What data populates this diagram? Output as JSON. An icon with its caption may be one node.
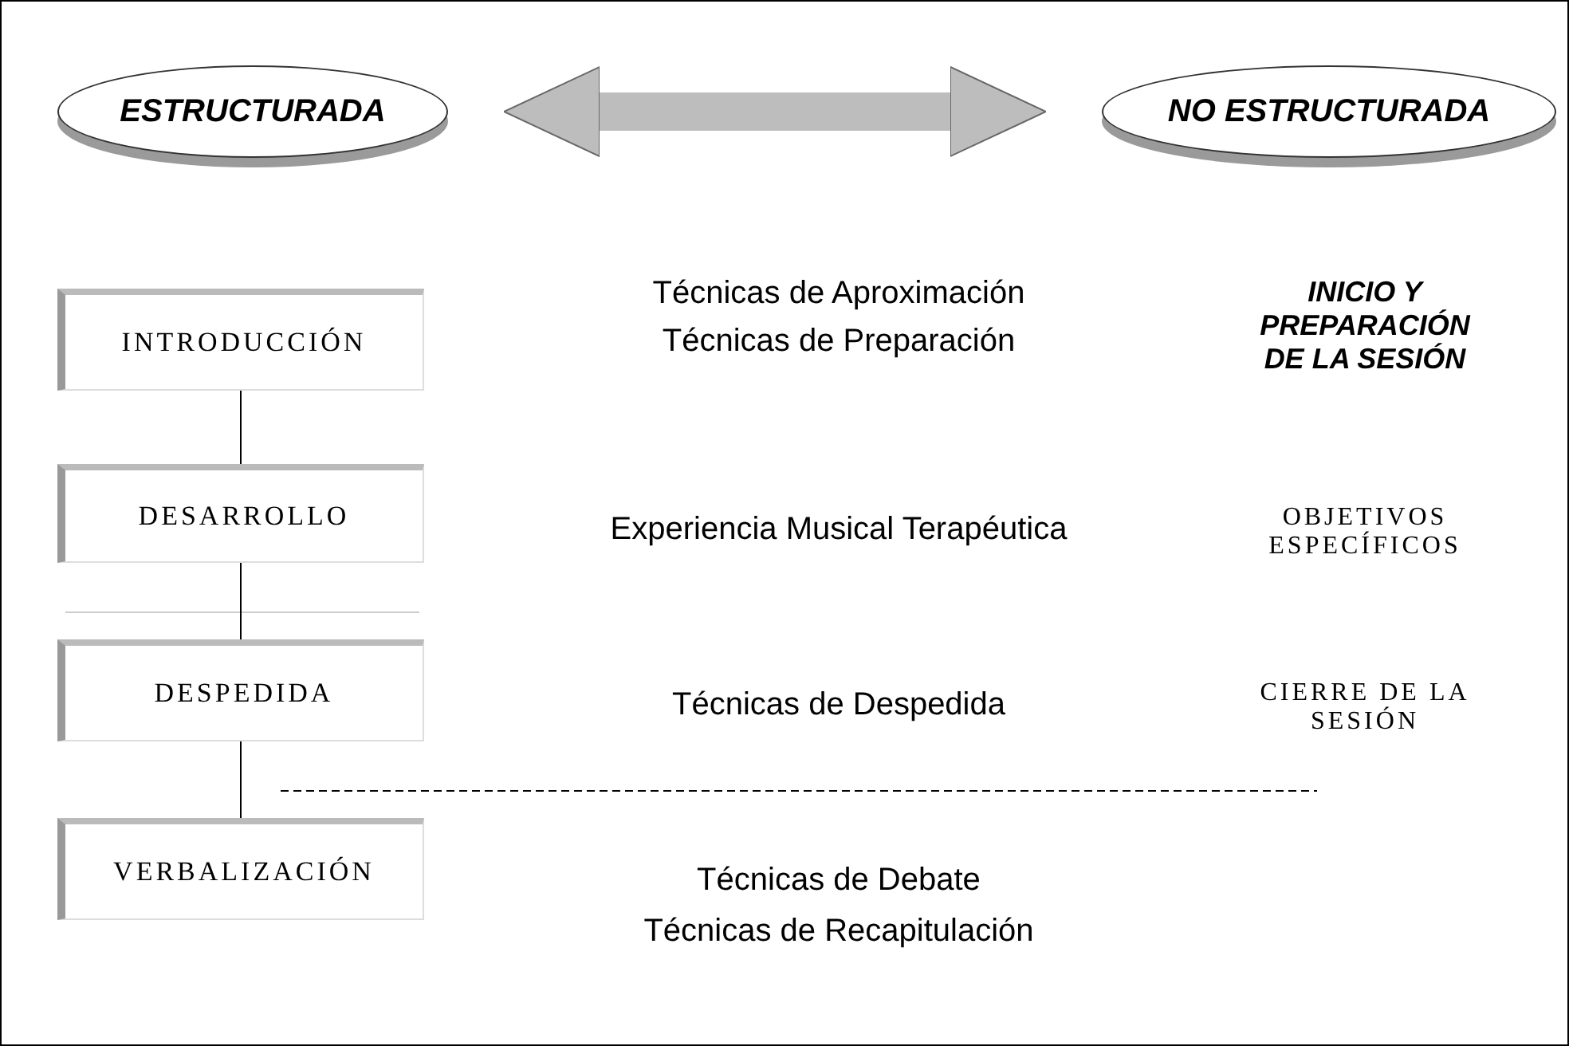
{
  "diagram": {
    "nodes": [
      {
        "text": [
          "ESTRUCTURADA"
        ]
      },
      {
        "text": [
          "NO ESTRUCTURADA"
        ]
      },
      {
        "text": [
          "INTRODUCCIÓN"
        ]
      },
      {
        "text": [
          "DESARROLLO"
        ]
      },
      {
        "text": [
          "DESPEDIDA"
        ]
      },
      {
        "text": [
          "VERBALIZACIÓN"
        ]
      }
    ],
    "edges": [
      {
        "from": 0,
        "to": 1,
        "arrow": "both",
        "style": "thick",
        "color": "#bdbdbd"
      },
      {
        "from": 2,
        "to": 3,
        "arrow": "none"
      },
      {
        "from": 3,
        "to": 4,
        "arrow": "none"
      },
      {
        "from": 4,
        "to": 5,
        "arrow": "none"
      }
    ],
    "labels": [
      "Técnicas de Aproximación",
      "Técnicas de Preparación",
      "INICIO Y PREPARACIÓN DE LA SESIÓN",
      "Experiencia Musical Terapéutica",
      "OBJETIVOS ESPECÍFICOS",
      "Técnicas de Despedida",
      "CIERRE DE LA SESIÓN",
      "Técnicas de Debate",
      "Técnicas de Recapitulación"
    ]
  }
}
